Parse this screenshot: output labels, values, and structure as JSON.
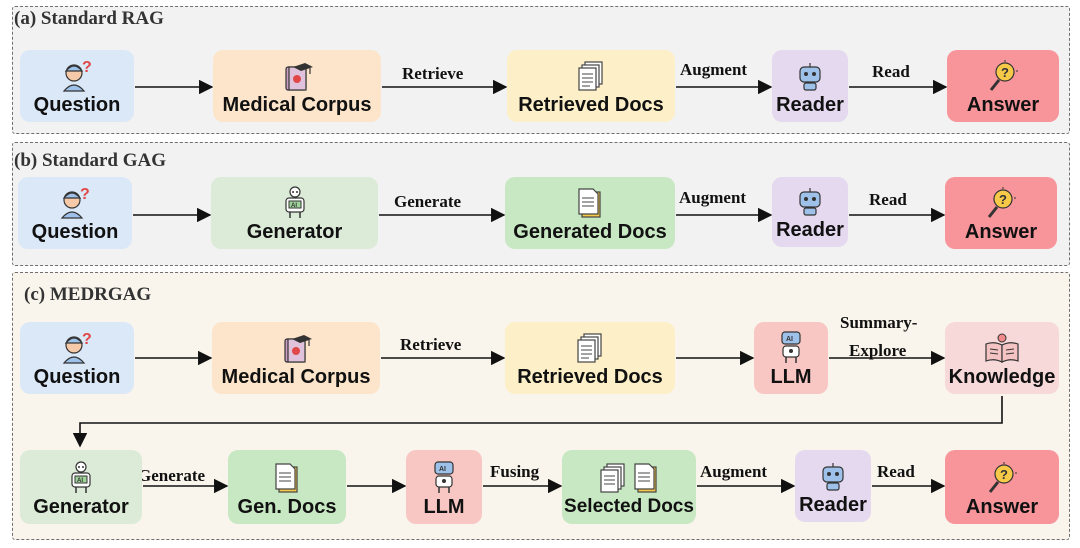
{
  "panels": {
    "a": {
      "title": "(a) Standard RAG"
    },
    "b": {
      "title": "(b) Standard GAG"
    },
    "c": {
      "title": "(c) MEDRGAG"
    }
  },
  "nodes": {
    "a_question": {
      "label": "Question",
      "icon": "doctor-icon",
      "color": "#dbe8f8"
    },
    "a_corpus": {
      "label": "Medical Corpus",
      "icon": "medical-book-icon",
      "color": "#fde5cb"
    },
    "a_retrieved": {
      "label": "Retrieved Docs",
      "icon": "documents-icon",
      "color": "#fdf0c8"
    },
    "a_reader": {
      "label": "Reader",
      "icon": "robot-icon",
      "color": "#e4d9ef"
    },
    "a_answer": {
      "label": "Answer",
      "icon": "idea-bulb-icon",
      "color": "#f8959b"
    },
    "b_question": {
      "label": "Question",
      "icon": "doctor-icon",
      "color": "#dbe8f8"
    },
    "b_generator": {
      "label": "Generator",
      "icon": "ai-robot-icon",
      "color": "#dcebd8"
    },
    "b_generated": {
      "label": "Generated Docs",
      "icon": "document-icon",
      "color": "#c8e8c3"
    },
    "b_reader": {
      "label": "Reader",
      "icon": "robot-icon",
      "color": "#e4d9ef"
    },
    "b_answer": {
      "label": "Answer",
      "icon": "idea-bulb-icon",
      "color": "#f8959b"
    },
    "c_question": {
      "label": "Question",
      "icon": "doctor-icon",
      "color": "#dbe8f8"
    },
    "c_corpus": {
      "label": "Medical Corpus",
      "icon": "medical-book-icon",
      "color": "#fde5cb"
    },
    "c_retrieved": {
      "label": "Retrieved Docs",
      "icon": "documents-icon",
      "color": "#fdf0c8"
    },
    "c_llm1": {
      "label": "LLM",
      "icon": "ai-robot-icon",
      "color": "#f8c7c3"
    },
    "c_knowledge": {
      "label": "Knowledge",
      "icon": "open-book-icon",
      "color": "#f8d9da"
    },
    "c_generator": {
      "label": "Generator",
      "icon": "ai-robot-icon",
      "color": "#dcebd8"
    },
    "c_gendocs": {
      "label": "Gen. Docs",
      "icon": "document-icon",
      "color": "#c8e8c3"
    },
    "c_llm2": {
      "label": "LLM",
      "icon": "ai-robot-icon",
      "color": "#f8c7c3"
    },
    "c_selected": {
      "label": "Selected Docs",
      "icon": "documents-mixed-icon",
      "color": "#c8e8c3"
    },
    "c_reader": {
      "label": "Reader",
      "icon": "robot-icon",
      "color": "#e4d9ef"
    },
    "c_answer": {
      "label": "Answer",
      "icon": "idea-bulb-icon",
      "color": "#f8959b"
    }
  },
  "edges": {
    "a_retrieve": "Retrieve",
    "a_augment": "Augment",
    "a_read": "Read",
    "b_generate": "Generate",
    "b_augment": "Augment",
    "b_read": "Read",
    "c_retrieve": "Retrieve",
    "c_summary_1": "Summary-",
    "c_summary_2": "Explore",
    "c_generate": "Generate",
    "c_fusing": "Fusing",
    "c_augment": "Augment",
    "c_read": "Read"
  },
  "colors": {
    "panel_ab_bg": "#f2f2f2",
    "panel_c_bg": "#f9f5ec",
    "arrow": "#111111"
  }
}
